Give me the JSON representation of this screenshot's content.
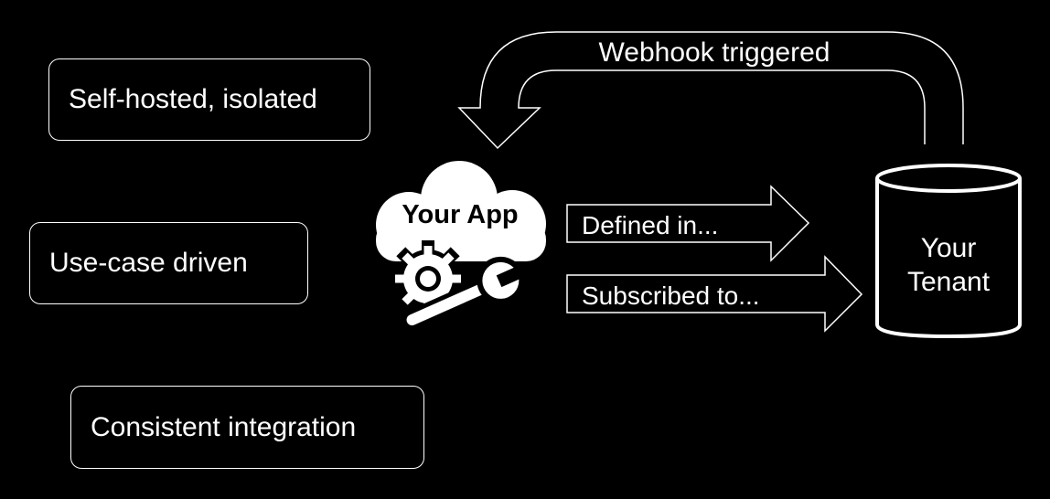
{
  "features": {
    "self_hosted": "Self-hosted, isolated",
    "use_case": "Use-case driven",
    "consistent": "Consistent integration"
  },
  "app": {
    "label": "Your App"
  },
  "tenant": {
    "line1": "Your",
    "line2": "Tenant"
  },
  "arrows": {
    "defined": "Defined in...",
    "subscribed": "Subscribed to...",
    "webhook": "Webhook triggered"
  },
  "colors": {
    "background": "#000000",
    "foreground": "#ffffff"
  }
}
